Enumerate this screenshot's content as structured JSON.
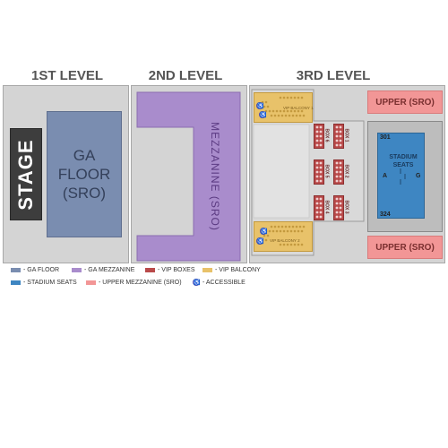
{
  "levels": {
    "first": "1ST LEVEL",
    "second": "2ND LEVEL",
    "third": "3RD LEVEL"
  },
  "stage": {
    "label": "STAGE"
  },
  "ga_floor": {
    "line1": "GA",
    "line2": "FLOOR",
    "line3": "(SRO)"
  },
  "mezzanine": {
    "label": "MEZZANINE (SRO)"
  },
  "upper_top": {
    "label": "UPPER (SRO)"
  },
  "upper_bottom": {
    "label": "UPPER (SRO)"
  },
  "stadium": {
    "line1": "STADIUM",
    "line2": "SEATS",
    "left_marker": "A",
    "right_marker": "G",
    "top_row": "301",
    "bottom_row": "324"
  },
  "balconies": {
    "top": "VIP BALCONY 1",
    "bottom": "VIP BALCONY 2"
  },
  "boxes": [
    "BOX 1",
    "BOX 2",
    "BOX 3",
    "BOX 4",
    "BOX 5",
    "BOX 6"
  ],
  "legend": {
    "ga_floor": "- GA FLOOR",
    "ga_mezzanine": "- GA MEZZANINE",
    "vip_boxes": "- VIP BOXES",
    "vip_balcony": "- VIP BALCONY",
    "stadium_seats": "- STADIUM SEATS",
    "upper_mezzanine": "- UPPER MEZZANINE (SRO)",
    "accessible": "- ACCESSIBLE",
    "accessible_symbol": "♿"
  },
  "colors": {
    "ga_floor": "#7a8db0",
    "ga_mezzanine": "#a98ccc",
    "vip_boxes": "#b94a4a",
    "vip_balcony": "#e8c26a",
    "stadium_seats": "#3e86c2",
    "upper_mezzanine": "#f29696",
    "accessible": "#4a4ab0"
  }
}
